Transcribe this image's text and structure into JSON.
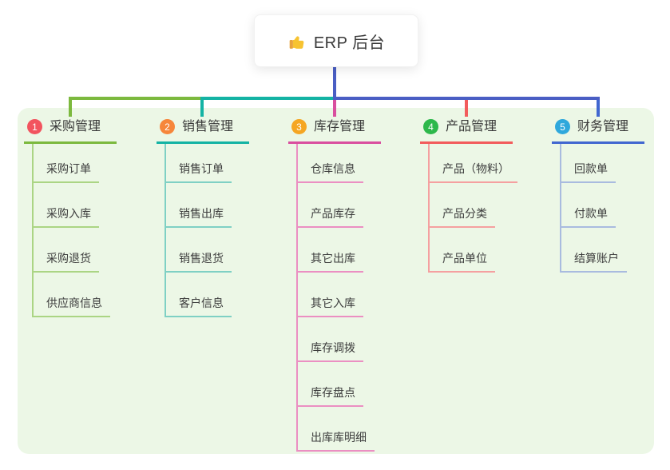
{
  "root": {
    "label": "ERP 后台",
    "icon": "thumbs-up-icon",
    "line_color": "#4a5ec4"
  },
  "branches": [
    {
      "badge": "1",
      "label": "采购管理",
      "badge_color": "#f2545f",
      "line_color": "#7cb93e",
      "child_line_color": "#abd584",
      "children": [
        "采购订单",
        "采购入库",
        "采购退货",
        "供应商信息"
      ]
    },
    {
      "badge": "2",
      "label": "销售管理",
      "badge_color": "#f6863b",
      "line_color": "#14b3a4",
      "child_line_color": "#7fd0c4",
      "children": [
        "销售订单",
        "销售出库",
        "销售退货",
        "客户信息"
      ]
    },
    {
      "badge": "3",
      "label": "库存管理",
      "badge_color": "#f5a623",
      "line_color": "#d94f9f",
      "child_line_color": "#eb8fc2",
      "children": [
        "仓库信息",
        "产品库存",
        "其它出库",
        "其它入库",
        "库存调拨",
        "库存盘点",
        "出库库明细"
      ]
    },
    {
      "badge": "4",
      "label": "产品管理",
      "badge_color": "#2db84b",
      "line_color": "#f25c5c",
      "child_line_color": "#f5a0a0",
      "children": [
        "产品（物料）",
        "产品分类",
        "产品单位"
      ]
    },
    {
      "badge": "5",
      "label": "财务管理",
      "badge_color": "#2fa8dc",
      "line_color": "#4167d0",
      "child_line_color": "#a9bbdf",
      "children": [
        "回款单",
        "付款单",
        "结算账户"
      ]
    }
  ],
  "colors": {
    "panel_bg": "#ecf7e6",
    "text": "#3c3c3c"
  }
}
